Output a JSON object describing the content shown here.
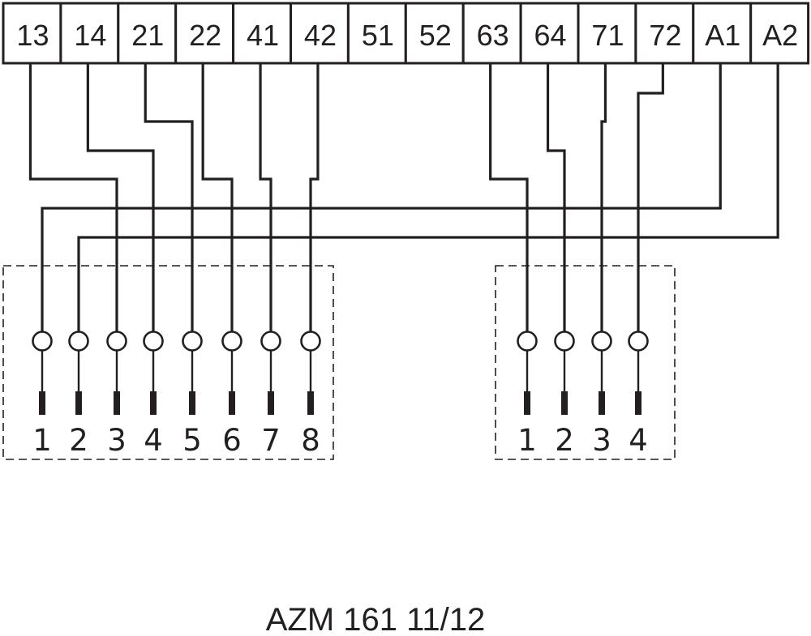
{
  "diagram": {
    "title": "AZM 161 11/12",
    "terminals": [
      "13",
      "14",
      "21",
      "22",
      "41",
      "42",
      "51",
      "52",
      "63",
      "64",
      "71",
      "72",
      "A1",
      "A2"
    ],
    "connectors": [
      {
        "name": "connector-8-pin",
        "pins": [
          "1",
          "2",
          "3",
          "4",
          "5",
          "6",
          "7",
          "8"
        ]
      },
      {
        "name": "connector-4-pin",
        "pins": [
          "1",
          "2",
          "3",
          "4"
        ]
      }
    ],
    "wiring": [
      {
        "terminal": "13",
        "connector": 0,
        "pin": "3"
      },
      {
        "terminal": "14",
        "connector": 0,
        "pin": "4"
      },
      {
        "terminal": "21",
        "connector": 0,
        "pin": "5"
      },
      {
        "terminal": "22",
        "connector": 0,
        "pin": "6"
      },
      {
        "terminal": "41",
        "connector": 0,
        "pin": "7"
      },
      {
        "terminal": "42",
        "connector": 0,
        "pin": "8"
      },
      {
        "terminal": "A1",
        "connector": 0,
        "pin": "1"
      },
      {
        "terminal": "A2",
        "connector": 0,
        "pin": "2"
      },
      {
        "terminal": "63",
        "connector": 1,
        "pin": "1"
      },
      {
        "terminal": "64",
        "connector": 1,
        "pin": "2"
      },
      {
        "terminal": "71",
        "connector": 1,
        "pin": "3"
      },
      {
        "terminal": "72",
        "connector": 1,
        "pin": "4"
      }
    ],
    "unconnected_terminals": [
      "51",
      "52"
    ],
    "colors": {
      "line": "#231f20",
      "background": "#ffffff"
    }
  }
}
